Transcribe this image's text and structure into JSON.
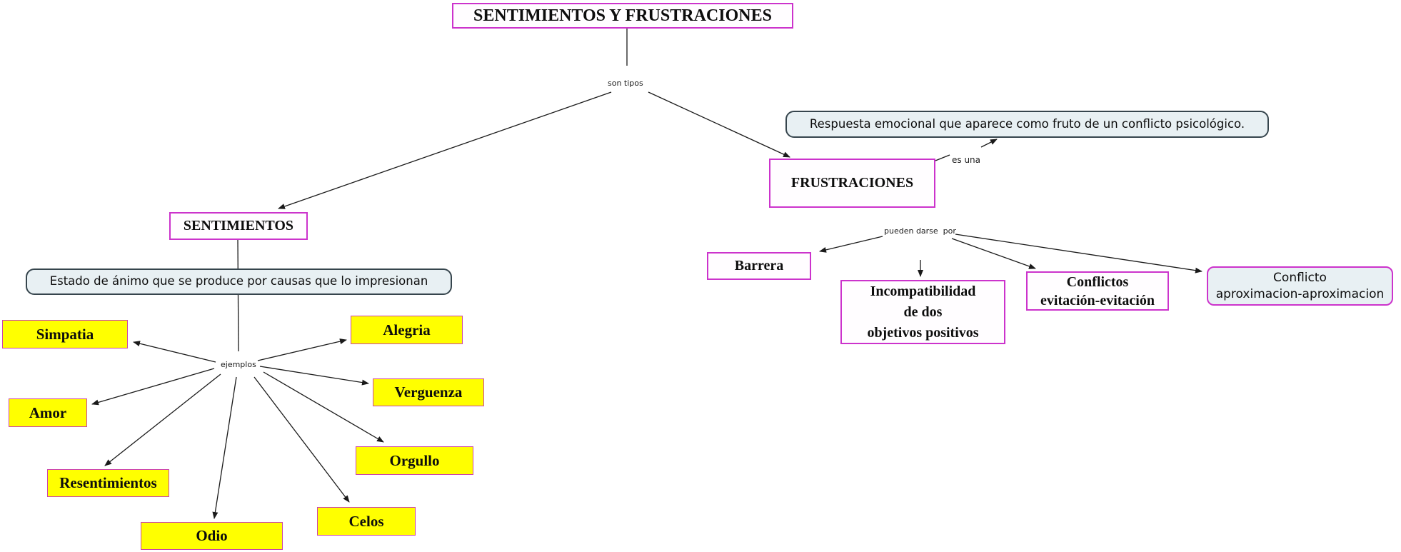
{
  "title_bar": {
    "app_title": "SENTIMIENTOS Y FRUSTRACIONES"
  },
  "colors": {
    "node_border": "#cc33cc",
    "yellow_bg": "#ffff00",
    "yellow_border": "#cc44aa",
    "info_bg": "#e8f0f3",
    "info_border": "#36454d",
    "line": "#1a1a1a"
  },
  "nodes": {
    "title": {
      "label": "SENTIMIENTOS Y FRUSTRACIONES"
    },
    "sentimientos": {
      "label": "SENTIMIENTOS"
    },
    "frustraciones": {
      "label": "FRUSTRACIONES"
    },
    "estado": {
      "label": "Estado de ánimo que se produce por causas que lo impresionan"
    },
    "respuesta": {
      "label": "Respuesta emocional que aparece como fruto de un conflicto psicológico."
    },
    "simpatia": {
      "label": "Simpatia"
    },
    "amor": {
      "label": "Amor"
    },
    "resentimientos": {
      "label": "Resentimientos"
    },
    "odio": {
      "label": "Odio"
    },
    "alegria": {
      "label": "Alegria"
    },
    "verguenza": {
      "label": "Verguenza"
    },
    "orgullo": {
      "label": "Orgullo"
    },
    "celos": {
      "label": "Celos"
    },
    "barrera": {
      "label": "Barrera"
    },
    "incompatibilidad": {
      "lines": [
        "Incompatibilidad",
        "de dos",
        "objetivos positivos"
      ]
    },
    "conflictos": {
      "lines": [
        "Conflictos",
        "evitación-evitación"
      ]
    },
    "conflicto_aproximacion": {
      "lines": [
        "Conflicto",
        "aproximacion-aproximacion"
      ]
    }
  },
  "link_labels": {
    "son_tipos": "son tipos",
    "es_una": "es una",
    "ejemplos": "ejemplos",
    "pueden_darse_por": "pueden darse  por"
  }
}
